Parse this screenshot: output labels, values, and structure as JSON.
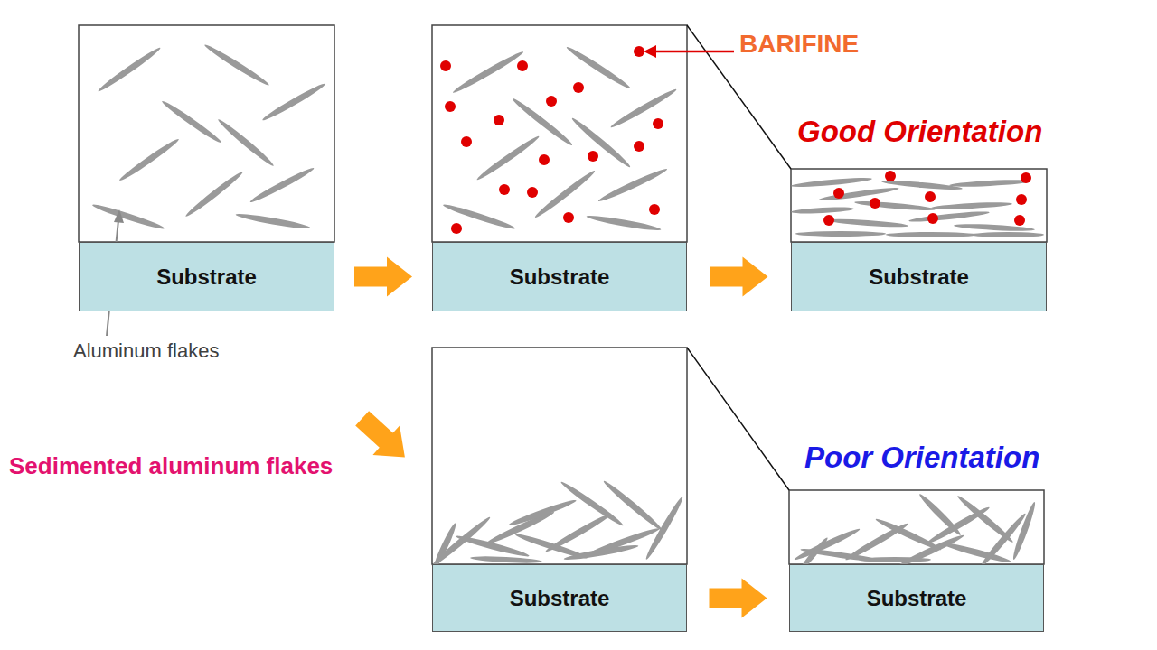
{
  "diagram": {
    "nodes": [
      {
        "text": [
          "Substrate"
        ]
      },
      {
        "text": [
          "Substrate"
        ]
      },
      {
        "text": [
          "Substrate"
        ]
      },
      {
        "text": [
          "Substrate"
        ]
      },
      {
        "text": [
          "Substrate"
        ]
      }
    ],
    "edges": [
      {
        "from": 0,
        "to": 1,
        "arrow": "to"
      },
      {
        "from": 1,
        "to": 2,
        "arrow": "to"
      },
      {
        "from": 0,
        "to": 3,
        "arrow": "to"
      },
      {
        "from": 3,
        "to": 4,
        "arrow": "to"
      }
    ],
    "labels": [
      "BARIFINE",
      "Good Orientation",
      "Aluminum flakes",
      "Sedimented aluminum flakes",
      "Poor Orientation"
    ]
  }
}
